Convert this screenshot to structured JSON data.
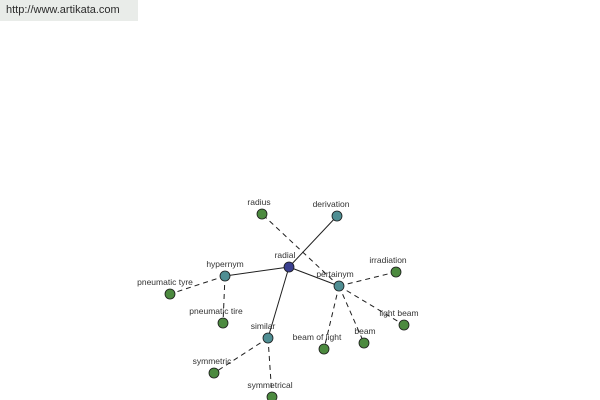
{
  "url": "http://www.artikata.com",
  "colors": {
    "center": "#3a3f8f",
    "relation": "#4f8e93",
    "leaf": "#4c8a3f",
    "url_bar": "#e9ece9"
  },
  "graph": {
    "center": {
      "label": "radial"
    },
    "relations": [
      {
        "id": "derivation",
        "label": "derivation"
      },
      {
        "id": "hypernym",
        "label": "hypernym"
      },
      {
        "id": "pertainym",
        "label": "pertainym"
      },
      {
        "id": "similar",
        "label": "similar"
      }
    ],
    "leaves": [
      {
        "id": "radius",
        "label": "radius",
        "parent": "pertainym"
      },
      {
        "id": "pneumatic-tyre",
        "label": "pneumatic tyre",
        "parent": "hypernym"
      },
      {
        "id": "pneumatic-tire",
        "label": "pneumatic tire",
        "parent": "hypernym"
      },
      {
        "id": "irradiation",
        "label": "irradiation",
        "parent": "pertainym"
      },
      {
        "id": "light-beam",
        "label": "light beam",
        "parent": "pertainym"
      },
      {
        "id": "beam",
        "label": "beam",
        "parent": "pertainym"
      },
      {
        "id": "beam-of-light",
        "label": "beam of light",
        "parent": "pertainym"
      },
      {
        "id": "symmetric",
        "label": "symmetric",
        "parent": "similar"
      },
      {
        "id": "symmetrical",
        "label": "symmetrical",
        "parent": "similar"
      }
    ]
  }
}
